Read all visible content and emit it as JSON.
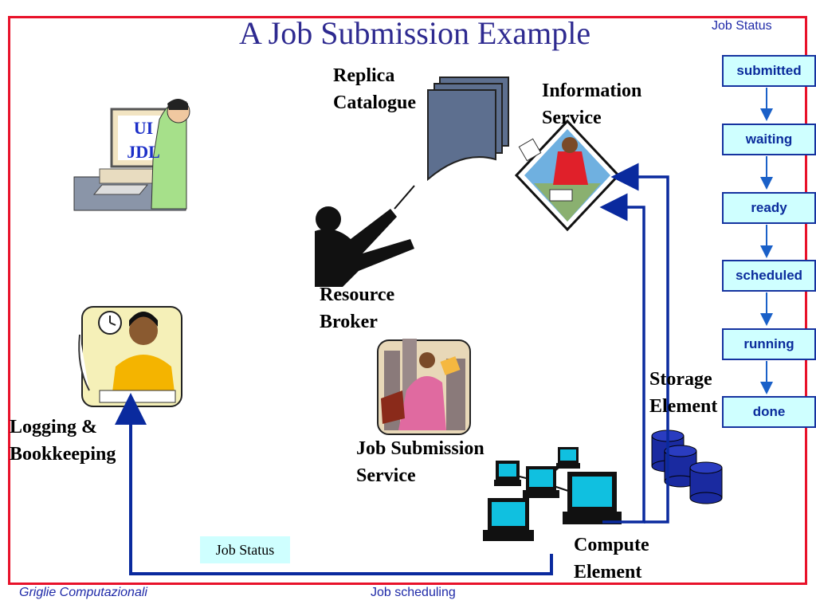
{
  "slide": {
    "title": "A Job Submission Example",
    "ui_line1": "UI",
    "ui_line2": "JDL",
    "replica_line1": "Replica",
    "replica_line2": "Catalogue",
    "info_line1": "Information",
    "info_line2": "Service",
    "broker_line1": "Resource",
    "broker_line2": "Broker",
    "logging_line1": "Logging &",
    "logging_line2": "Bookkeeping",
    "jss_line1": "Job Submission",
    "jss_line2": "Service",
    "storage_line1": "Storage",
    "storage_line2": "Element",
    "compute_line1": "Compute",
    "compute_line2": "Element",
    "job_status_box": "Job Status"
  },
  "status_panel": {
    "heading": "Job Status",
    "states": [
      "submitted",
      "waiting",
      "ready",
      "scheduled",
      "running",
      "done"
    ]
  },
  "footer": {
    "left": "Griglie Computazionali",
    "center": "Job scheduling"
  },
  "colors": {
    "frame": "#e8122a",
    "title": "#2e2a90",
    "arrow": "#0a2a9e",
    "state_fill": "#cfffff",
    "state_text": "#0b2c9c"
  }
}
